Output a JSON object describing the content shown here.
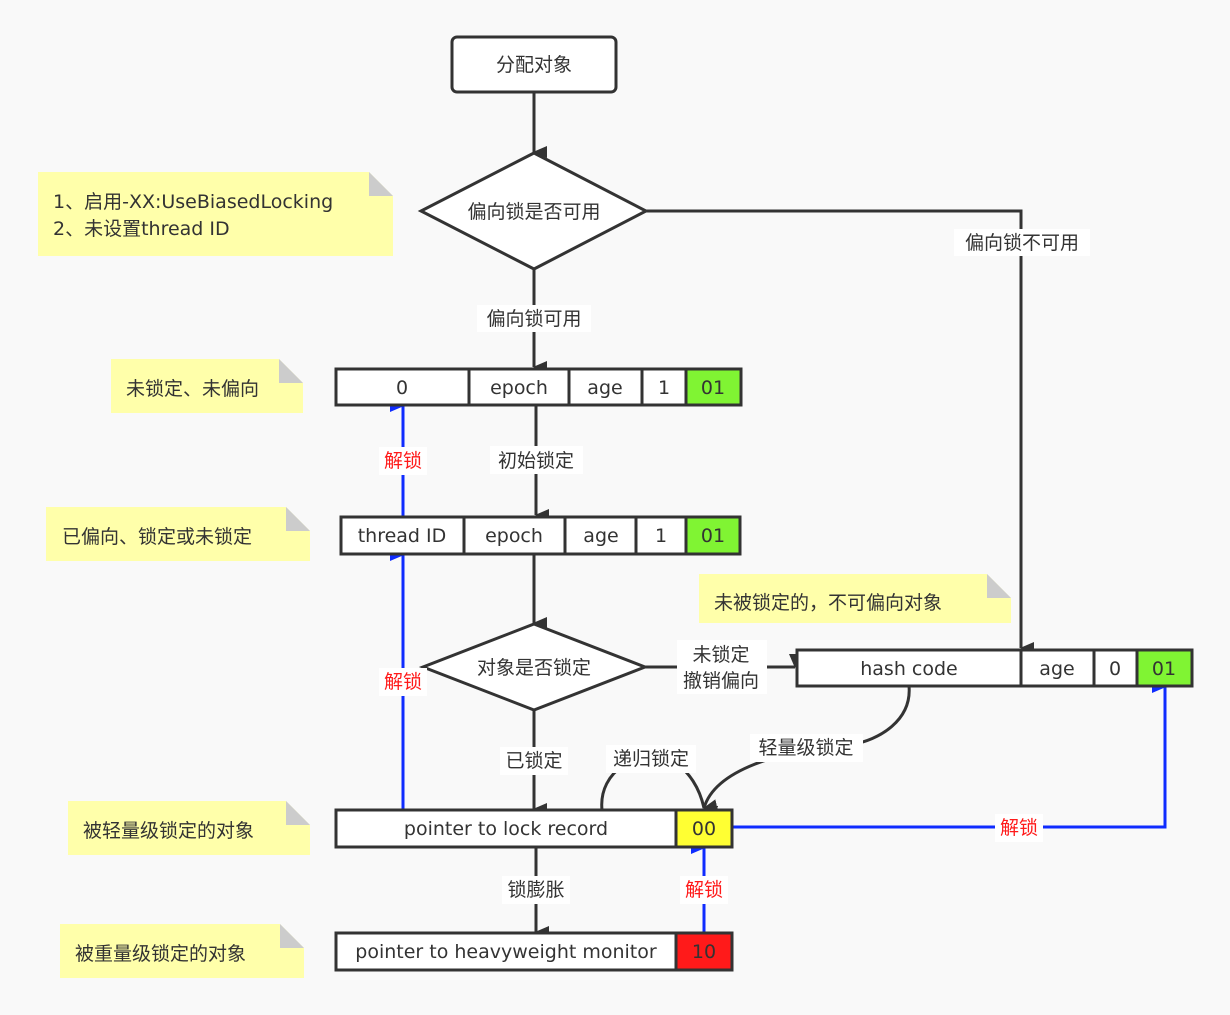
{
  "colors": {
    "background": "#f9f9f9",
    "stroke": "#333333",
    "unlock_line": "#0f2cff",
    "unlock_text": "#ff1a1a",
    "note_fill": "#ffffaa",
    "bits_01": "#80f433",
    "bits_00": "#ffff33",
    "bits_10": "#ff1a1a"
  },
  "nodes": {
    "start": {
      "label": "分配对象"
    },
    "decision_biased": {
      "label": "偏向锁是否可用"
    },
    "decision_locked": {
      "label": "对象是否锁定"
    }
  },
  "mark_words": {
    "unlocked_unbiased": {
      "cells": [
        "0",
        "epoch",
        "age",
        "1",
        "01"
      ]
    },
    "biased": {
      "cells": [
        "thread ID",
        "epoch",
        "age",
        "1",
        "01"
      ]
    },
    "unbiasable": {
      "cells": [
        "hash code",
        "age",
        "0",
        "01"
      ]
    },
    "lightweight": {
      "cells": [
        "pointer to lock record",
        "00"
      ]
    },
    "heavyweight": {
      "cells": [
        "pointer to heavyweight monitor",
        "10"
      ]
    }
  },
  "notes": {
    "conditions": [
      "1、启用-XX:UseBiasedLocking",
      "2、未设置thread ID"
    ],
    "unlocked_unbiased": "未锁定、未偏向",
    "biased": "已偏向、锁定或未锁定",
    "unbiasable": "未被锁定的，不可偏向对象",
    "lightweight": "被轻量级锁定的对象",
    "heavyweight": "被重量级锁定的对象"
  },
  "edges": {
    "biased_unavailable": "偏向锁不可用",
    "biased_available": "偏向锁可用",
    "initial_lock": "初始锁定",
    "unlocked_revoke": [
      "未锁定",
      "撤销偏向"
    ],
    "locked": "已锁定",
    "recursive_lock": "递归锁定",
    "lightweight_lock": "轻量级锁定",
    "inflate": "锁膨胀",
    "unlock_1": "解锁",
    "unlock_2": "解锁",
    "unlock_3": "解锁",
    "unlock_4": "解锁"
  }
}
